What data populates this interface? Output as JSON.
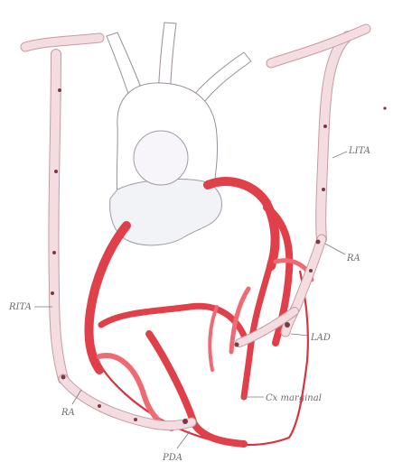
{
  "figure": {
    "labels": {
      "lita": "LITA",
      "rita": "RITA",
      "ra_right": "RA",
      "ra_left": "RA",
      "lad": "LAD",
      "cx_marginal": "Cx marginal",
      "pda": "PDA"
    },
    "colors": {
      "graft_fill": "#f4dde0",
      "graft_outline": "#c99aa0",
      "vessel_dark": "#e0404a",
      "vessel_light": "#ee6b73",
      "aorta_fill": "#ffffff",
      "aorta_outline": "#9a8f9a",
      "heart_outline": "#d9343e",
      "clip_color": "#7a3a42"
    }
  }
}
